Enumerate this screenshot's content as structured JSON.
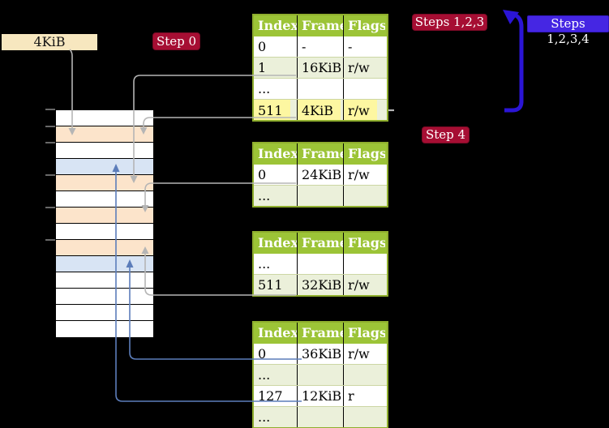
{
  "memory_label": "4KiB",
  "badges": {
    "step0": "Step 0",
    "steps123": "Steps 1,2,3",
    "steps1234": "Steps 1,2,3,4",
    "step4": "Step 4"
  },
  "page_tables": [
    {
      "headers": [
        "Index",
        "Frame",
        "Flags"
      ],
      "rows": [
        {
          "cells": [
            "0",
            "-",
            "-"
          ]
        },
        {
          "cells": [
            "1",
            "16KiB",
            "r/w"
          ]
        },
        {
          "cells": [
            "...",
            "",
            ""
          ]
        },
        {
          "cells": [
            "511",
            "4KiB",
            "r/w"
          ],
          "highlighted": true
        }
      ]
    },
    {
      "headers": [
        "Index",
        "Frame",
        "Flags"
      ],
      "rows": [
        {
          "cells": [
            "0",
            "24KiB",
            "r/w"
          ]
        },
        {
          "cells": [
            "...",
            "",
            ""
          ]
        }
      ]
    },
    {
      "headers": [
        "Index",
        "Frame",
        "Flags"
      ],
      "rows": [
        {
          "cells": [
            "...",
            "",
            ""
          ]
        },
        {
          "cells": [
            "511",
            "32KiB",
            "r/w"
          ]
        }
      ]
    },
    {
      "headers": [
        "Index",
        "Frame",
        "Flags"
      ],
      "rows": [
        {
          "cells": [
            "0",
            "36KiB",
            "r/w"
          ]
        },
        {
          "cells": [
            "...",
            "",
            ""
          ]
        },
        {
          "cells": [
            "127",
            "12KiB",
            "r"
          ]
        },
        {
          "cells": [
            "...",
            "",
            ""
          ]
        }
      ]
    }
  ],
  "memory_stripe": {
    "rows": [
      {
        "type": "white"
      },
      {
        "type": "peach"
      },
      {
        "type": "white"
      },
      {
        "type": "blue-row"
      },
      {
        "type": "peach"
      },
      {
        "type": "white"
      },
      {
        "type": "peach"
      },
      {
        "type": "white"
      },
      {
        "type": "peach"
      },
      {
        "type": "blue-row"
      },
      {
        "type": "white"
      },
      {
        "type": "white"
      },
      {
        "type": "white"
      },
      {
        "type": "white"
      }
    ]
  },
  "colors": {
    "background": "#000000",
    "table_header_green": "#9cc437",
    "table_row_green": "#ebf0da",
    "table_border_green": "#8fae2e",
    "highlight_yellow": "#fdf7a1",
    "badge_crimson": "#a60e33",
    "badge_blue": "#4526e3",
    "big_arrow_blue": "#2b15d6",
    "stripe_peach": "#fce4cb",
    "stripe_light_blue": "#d8e4f4",
    "label_wheat": "#f7e7bf",
    "connector_gray": "#b5b5b5",
    "connector_steel_blue": "#5c7dba"
  }
}
